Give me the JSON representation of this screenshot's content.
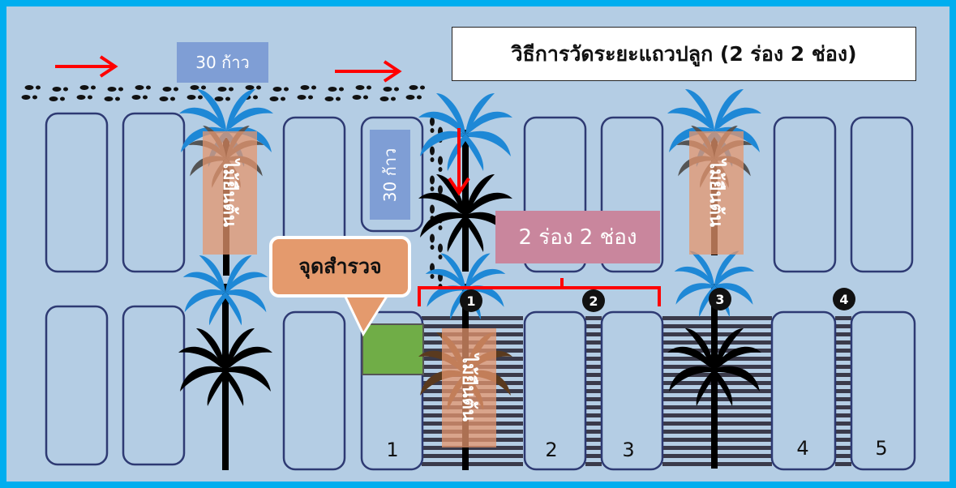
{
  "title": "วิธีการวัดระยะแถวปลูก (2 ร่อง 2 ช่อง)",
  "step_horizontal": "30 ก้าว",
  "step_vertical": "30 ก้าว",
  "rows_label": "2 ร่อง 2 ช่อง",
  "survey_point": "จุดสำรวจ",
  "tree_label": "ไม้ยืนต้น",
  "row_badges": [
    "1",
    "2",
    "3",
    "4"
  ],
  "bed_numbers": [
    "1",
    "2",
    "3",
    "4",
    "5"
  ],
  "colors": {
    "frame": "#00AEEF",
    "background": "#B4CDE4",
    "arrow": "#FF0000",
    "survey_square": "#70AD47",
    "step_box": "#7F9ED5",
    "rows_box": "#C9869D",
    "callout": "#E49A6D",
    "tree_tag": "#E6966E",
    "palm_blue": "#1E88D6",
    "palm_black": "#000000",
    "bed_border": "#2E3A73"
  },
  "icons": [
    "footprint-icon",
    "palm-tree-icon",
    "arrow-right-icon",
    "arrow-down-icon",
    "bracket-icon"
  ]
}
